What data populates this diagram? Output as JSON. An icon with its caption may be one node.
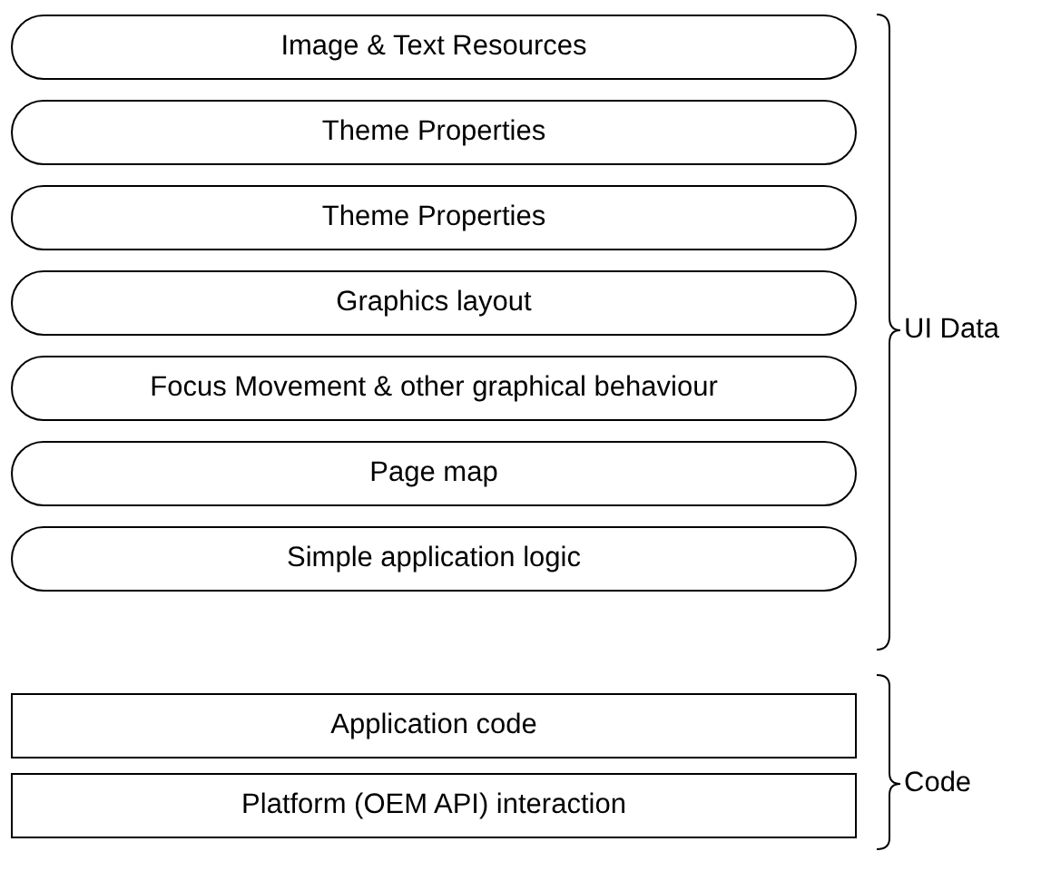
{
  "diagram": {
    "nodes": [
      {
        "text": [
          "Image & Text Resources"
        ]
      },
      {
        "text": [
          "Theme Properties"
        ]
      },
      {
        "text": [
          "Theme Properties"
        ]
      },
      {
        "text": [
          "Graphics layout"
        ]
      },
      {
        "text": [
          "Focus Movement & other graphical behaviour"
        ]
      },
      {
        "text": [
          "Page map"
        ]
      },
      {
        "text": [
          "Simple application logic"
        ]
      },
      {
        "text": [
          "Application code"
        ]
      },
      {
        "text": [
          "Platform (OEM API) interaction"
        ]
      }
    ],
    "labels": [
      "UI Data",
      "Code"
    ]
  }
}
